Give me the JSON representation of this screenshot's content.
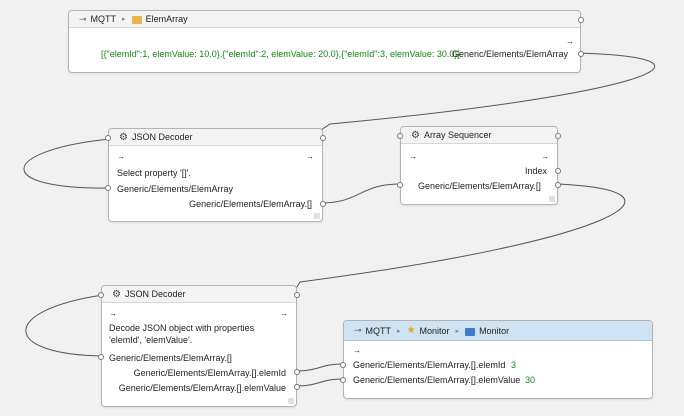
{
  "nodes": {
    "mqtt_source": {
      "header": {
        "icon": "plug-icon",
        "source": "MQTT",
        "folder_icon": "folder-icon",
        "path": "ElemArray"
      },
      "value": "[{\"elemId\":1, elemValue: 10.0},{\"elemId\":2, elemValue: 20.0},{\"elemId\":3, elemValue: 30.0}]",
      "output_label": "Generic/Elements/ElemArray"
    },
    "json_decoder_1": {
      "header": {
        "icon": "gear-icon",
        "title": "JSON Decoder"
      },
      "description": "Select property '[]'.",
      "input_label": "Generic/Elements/ElemArray",
      "output_label": "Generic/Elements/ElemArray.[]"
    },
    "array_sequencer": {
      "header": {
        "icon": "gear-icon",
        "title": "Array Sequencer"
      },
      "index_label": "Index",
      "input_label": "Generic/Elements/ElemArray.[]"
    },
    "json_decoder_2": {
      "header": {
        "icon": "gear-icon",
        "title": "JSON Decoder"
      },
      "description_line1": "Decode JSON object with  properties",
      "description_line2": "'elemId', 'elemValue'.",
      "input_label": "Generic/Elements/ElemArray.[]",
      "output_id_label": "Generic/Elements/ElemArray.[].elemId",
      "output_value_label": "Generic/Elements/ElemArray.[].elemValue"
    },
    "mqtt_monitor": {
      "header": {
        "icon": "plug-icon",
        "source": "MQTT",
        "star_icon": "star-icon",
        "folder_name": "Monitor",
        "folder_icon": "folder-icon",
        "path": "Monitor"
      },
      "rows": [
        {
          "label": "Generic/Elements/ElemArray.[].elemId",
          "value": "3"
        },
        {
          "label": "Generic/Elements/ElemArray.[].elemValue",
          "value": "30"
        }
      ]
    }
  },
  "arrow_glyph": "→",
  "separator_glyph": "▸",
  "colors": {
    "value_green": "#138613",
    "monitor_header": "#cde2f2",
    "canvas": "#f1f1f1"
  }
}
